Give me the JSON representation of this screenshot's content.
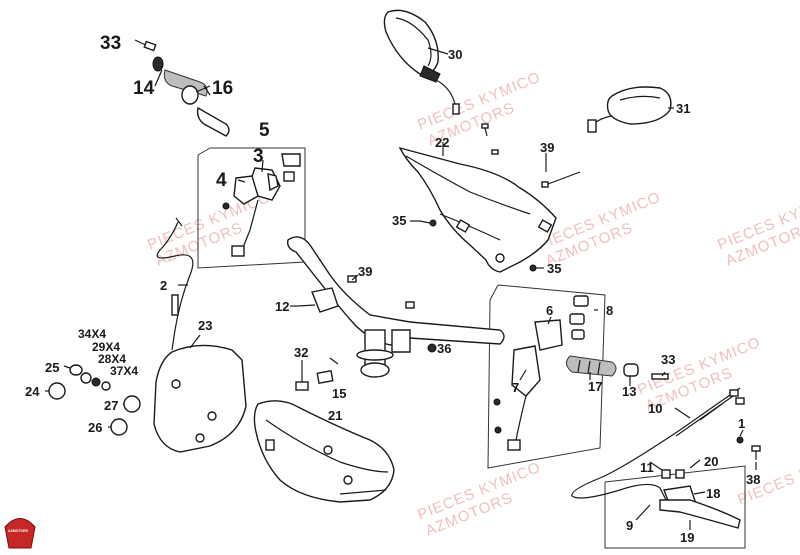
{
  "watermark": {
    "line1": "PIECES KYMICO",
    "line2": "AZMOTORS"
  },
  "logo_text": "AZMOTORS",
  "labels": {
    "p1": "1",
    "p2": "2",
    "p3": "3",
    "p4": "4",
    "p5": "5",
    "p6": "6",
    "p7": "7",
    "p8": "8",
    "p9": "9",
    "p10": "10",
    "p11": "11",
    "p12": "12",
    "p13": "13",
    "p14": "14",
    "p15": "15",
    "p16": "16",
    "p17": "17",
    "p18": "18",
    "p19": "19",
    "p20": "20",
    "p21": "21",
    "p22": "22",
    "p23": "23",
    "p24": "24",
    "p25": "25",
    "p26": "26",
    "p27": "27",
    "p28": "28X4",
    "p29": "29X4",
    "p30": "30",
    "p31": "31",
    "p32": "32",
    "p33a": "33",
    "p33b": "33",
    "p34": "34X4",
    "p35a": "35",
    "p35b": "35",
    "p36": "36",
    "p37": "37X4",
    "p38": "38",
    "p39a": "39",
    "p39b": "39"
  }
}
